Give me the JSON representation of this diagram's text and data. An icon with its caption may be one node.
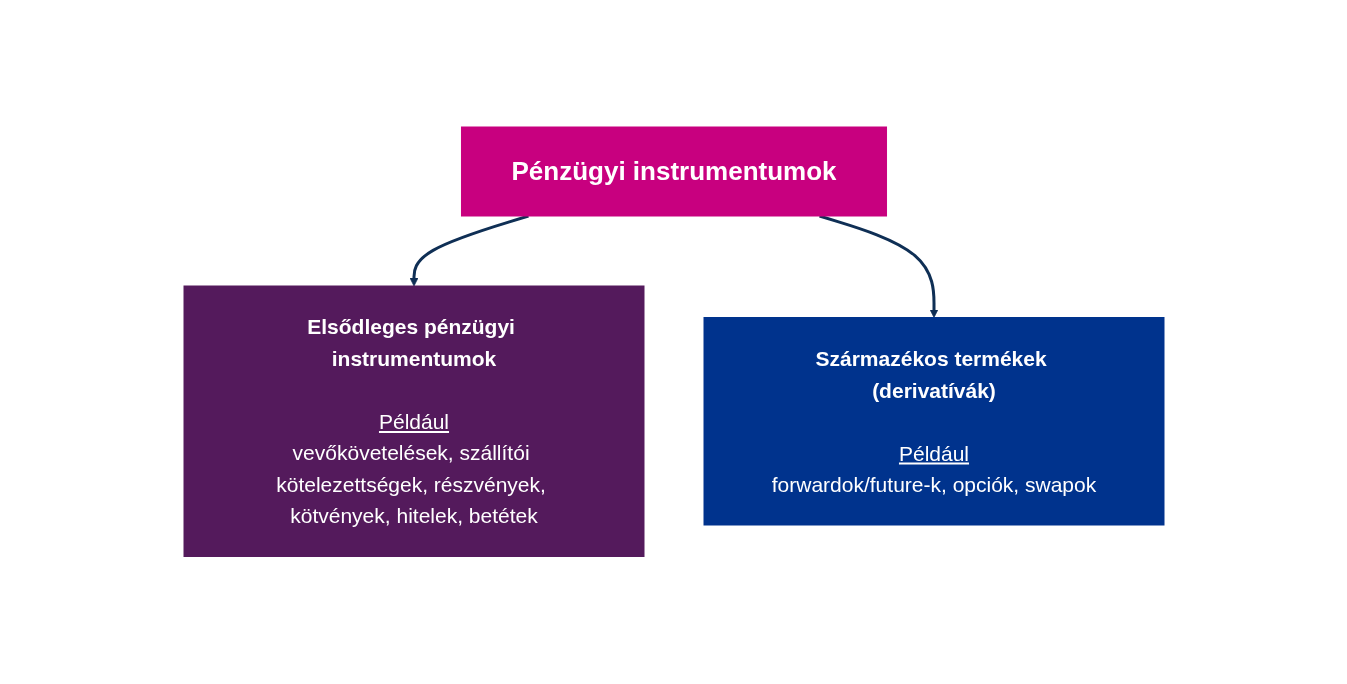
{
  "diagram": {
    "nodes": [
      {
        "text": [
          "Pénzügyi instrumentumok"
        ]
      },
      {
        "text": [
          "Elsődleges pénzügyi instrumentumok",
          "Például",
          "vevőkövetelések, szállítói kötelezettségek, részvények, kötvények, hitelek, betétek"
        ]
      },
      {
        "text": [
          "Származékos termékek (derivatívák)",
          "Például",
          "forwardok/future-k, opciók, swapok"
        ]
      }
    ],
    "edges": [
      {
        "from": 0,
        "to": 1,
        "arrow": "to"
      },
      {
        "from": 0,
        "to": 2,
        "arrow": "to"
      }
    ]
  }
}
